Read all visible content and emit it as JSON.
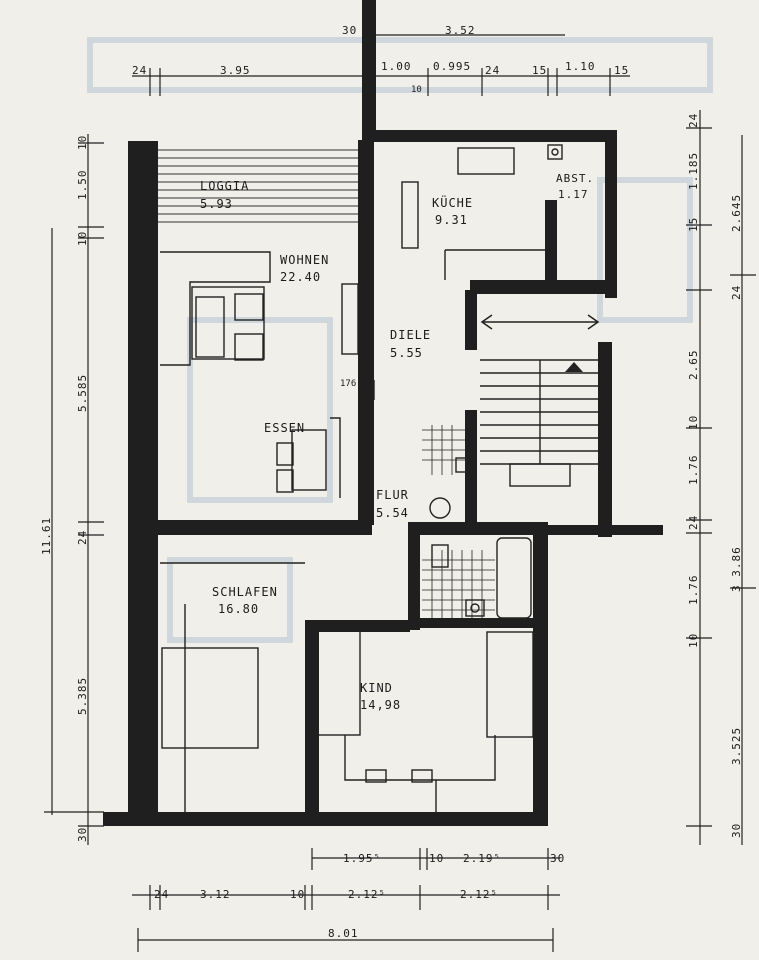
{
  "rooms": {
    "loggia": {
      "name": "LOGGIA",
      "area": "5.93"
    },
    "kueche": {
      "name": "KÜCHE",
      "area": "9.31"
    },
    "abst": {
      "name": "ABST.",
      "area": "1.17"
    },
    "wohnen": {
      "name": "WOHNEN",
      "area": "22.40"
    },
    "diele": {
      "name": "DIELE",
      "area": "5.55"
    },
    "essen": {
      "name": "ESSEN"
    },
    "flur": {
      "name": "FLUR",
      "area": "5.54"
    },
    "schlafen": {
      "name": "SCHLAFEN",
      "area": "16.80"
    },
    "kind": {
      "name": "KIND",
      "area": "14,98"
    },
    "door_height": "176"
  },
  "dims_top": {
    "d30": "30",
    "d352": "3.52",
    "d24a": "24",
    "d395": "3.95",
    "d100": "1.00",
    "d0995": "0.995",
    "d24b": "24",
    "d15a": "15",
    "d110": "1.10",
    "d15b": "15",
    "d10": "10"
  },
  "dims_left": {
    "d10a": "10",
    "d150": "1.50",
    "d10b": "10",
    "d585": "5.585",
    "d1161": "11.61",
    "d24": "24",
    "d385": "5.385",
    "d30": "30"
  },
  "dims_right": {
    "d24a": "24",
    "d1185": "1.185",
    "d2645": "2.645",
    "d15": "15",
    "d24b": "24",
    "d265": "2.65",
    "d10a": "10",
    "d176a": "1.76",
    "d24c": "24",
    "d3386": "3 3.86",
    "d176b": "1.76",
    "d10b": "10",
    "d3525": "3.525",
    "d30": "30"
  },
  "dims_bottom": {
    "d1955": "1.95⁵",
    "d10a": "10",
    "d2195": "2.19⁵",
    "d30": "30",
    "d24": "24",
    "d312": "3.12",
    "d10b": "10",
    "d2125a": "2.12⁵",
    "d2125b": "2.12⁵",
    "d801": "8.01"
  }
}
